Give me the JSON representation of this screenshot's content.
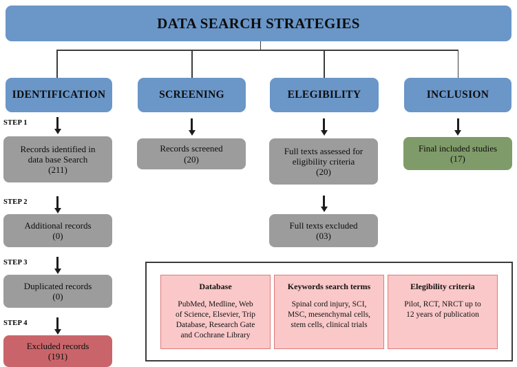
{
  "title": "DATA SEARCH STRATEGIES",
  "stages": [
    {
      "id": "identification",
      "label": "IDENTIFICATION"
    },
    {
      "id": "screening",
      "label": "SCREENING"
    },
    {
      "id": "elegibility",
      "label": "ELEGIBILITY"
    },
    {
      "id": "inclusion",
      "label": "INCLUSION"
    }
  ],
  "steps": [
    {
      "label": "STEP 1"
    },
    {
      "label": "STEP 2"
    },
    {
      "label": "STEP 3"
    },
    {
      "label": "STEP 4"
    }
  ],
  "identification_nodes": [
    {
      "id": "records-identified",
      "line1": "Records  identified  in",
      "line2": "data base Search",
      "count": "(211)",
      "color": "grey"
    },
    {
      "id": "additional-records",
      "line1": "Additional  records",
      "line2": "",
      "count": "(0)",
      "color": "grey"
    },
    {
      "id": "duplicated-records",
      "line1": "Duplicated  records",
      "line2": "",
      "count": "(0)",
      "color": "grey"
    },
    {
      "id": "excluded-records",
      "line1": "Excluded  records",
      "line2": "",
      "count": "(191)",
      "color": "red"
    }
  ],
  "screening_nodes": [
    {
      "id": "records-screened",
      "line1": "Records  screened",
      "line2": "",
      "count": "(20)",
      "color": "grey"
    }
  ],
  "elegibility_nodes": [
    {
      "id": "full-texts-assessed",
      "line1": "Full texts assessed  for",
      "line2": "eligibility  criteria",
      "count": "(20)",
      "color": "grey"
    },
    {
      "id": "full-texts-excluded",
      "line1": "Full texts excluded",
      "line2": "",
      "count": "(03)",
      "color": "grey"
    }
  ],
  "inclusion_nodes": [
    {
      "id": "final-included-studies",
      "line1": "Final included  studies",
      "line2": "",
      "count": "(17)",
      "color": "green"
    }
  ],
  "legend_panels": [
    {
      "id": "database",
      "title": "Database",
      "lines": [
        "PubMed, Medline, Web",
        "of Science, Elsevier, Trip",
        "Database, Research Gate",
        "and Cochrane Library"
      ]
    },
    {
      "id": "keywords",
      "title": "Keywords search terms",
      "lines": [
        "Spinal cord injury, SCI,",
        "MSC, mesenchymal cells,",
        "stem cells, clinical trials"
      ]
    },
    {
      "id": "elegibility-criteria",
      "title": "Elegibility criteria",
      "lines": [
        "Pilot, RCT, NRCT up to",
        "12 years of publication"
      ]
    }
  ],
  "colors": {
    "banner_blue": "#6a96c8",
    "stage_blue": "#6a96c8",
    "process_grey": "#9c9c9c",
    "excluded_red": "#c9656a",
    "included_green": "#7f9b69",
    "panel_pink": "#fac8c8",
    "panel_border": "#e07878",
    "connector": "#3b3b3b",
    "legend_border": "#3a3a3a"
  }
}
